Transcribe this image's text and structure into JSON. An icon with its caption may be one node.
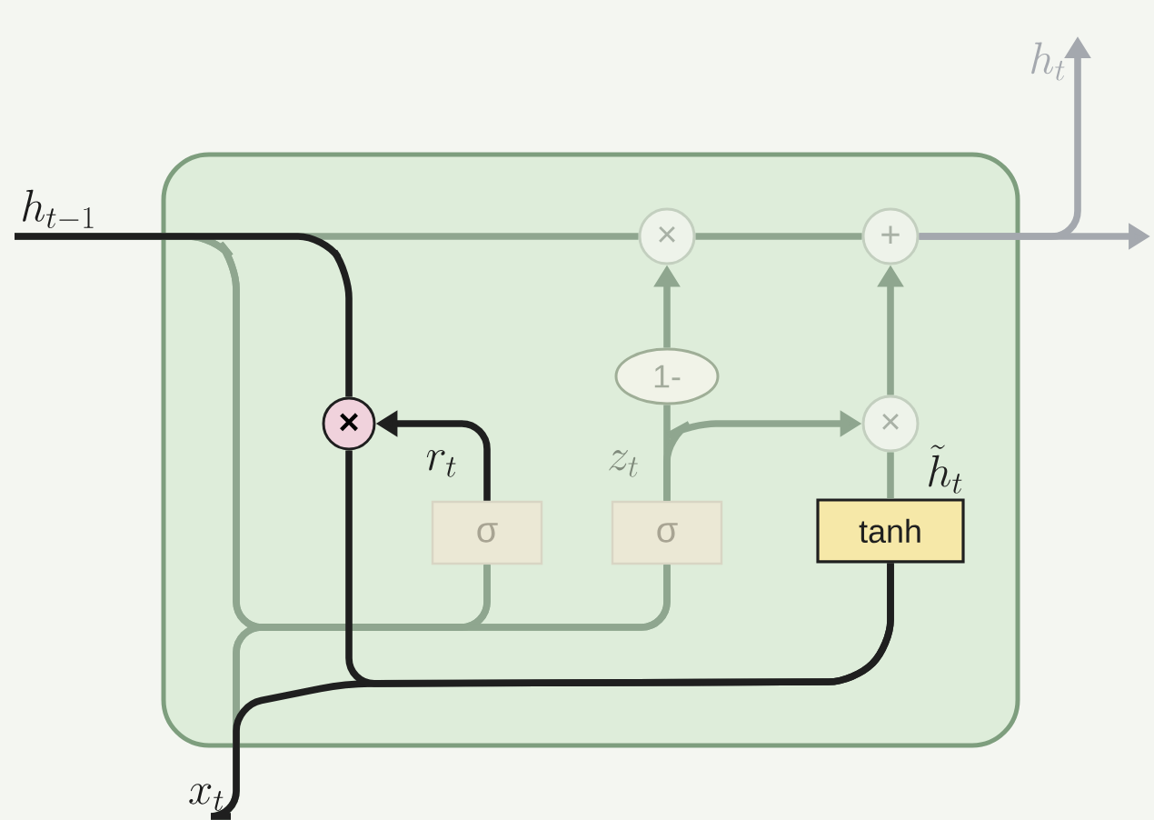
{
  "diagram": {
    "nodes": [
      {
        "text": [],
        "shape": "box"
      },
      {
        "text": [
          "h_{t-1}"
        ]
      },
      {
        "text": [
          "x_t"
        ]
      },
      {
        "text": [
          "h_t"
        ]
      },
      {
        "text": [
          "×"
        ],
        "in": 0
      },
      {
        "text": [
          "×"
        ],
        "in": 0
      },
      {
        "text": [
          "+"
        ],
        "in": 0
      },
      {
        "text": [
          "1-"
        ],
        "in": 0
      },
      {
        "text": [
          "×"
        ],
        "in": 0
      },
      {
        "text": [
          "σ"
        ],
        "in": 0
      },
      {
        "text": [
          "σ"
        ],
        "in": 0
      },
      {
        "text": [
          "tanh"
        ],
        "in": 0
      }
    ],
    "edges": [
      {
        "from": 1,
        "to": 5,
        "arrow": "none"
      },
      {
        "from": 5,
        "to": 6,
        "arrow": "none"
      },
      {
        "from": 6,
        "to": null,
        "arrow": "to",
        "color": "#a4a8ae"
      },
      {
        "from": 6,
        "to": 3,
        "arrow": "to",
        "color": "#a4a8ae"
      },
      {
        "from": 1,
        "to": 9,
        "arrow": "none"
      },
      {
        "from": 1,
        "to": 10,
        "arrow": "none"
      },
      {
        "from": 2,
        "to": 9,
        "arrow": "none"
      },
      {
        "from": 2,
        "to": 10,
        "arrow": "none"
      },
      {
        "from": 1,
        "to": 4,
        "arrow": "none",
        "color": "#1f1f1f"
      },
      {
        "from": 2,
        "to": 11,
        "arrow": "none",
        "color": "#1f1f1f"
      },
      {
        "from": 4,
        "to": 11,
        "arrow": "none",
        "color": "#1f1f1f"
      },
      {
        "from": 9,
        "to": 4,
        "arrow": "to",
        "label": "r_t",
        "color": "#1f1f1f"
      },
      {
        "from": 10,
        "to": 7,
        "arrow": "none",
        "label": "z_t"
      },
      {
        "from": 7,
        "to": 5,
        "arrow": "to"
      },
      {
        "from": 10,
        "to": 8,
        "arrow": "to"
      },
      {
        "from": 11,
        "to": 8,
        "arrow": "none",
        "label": "\\tilde{h}_t"
      },
      {
        "from": 8,
        "to": 6,
        "arrow": "to"
      }
    ]
  }
}
